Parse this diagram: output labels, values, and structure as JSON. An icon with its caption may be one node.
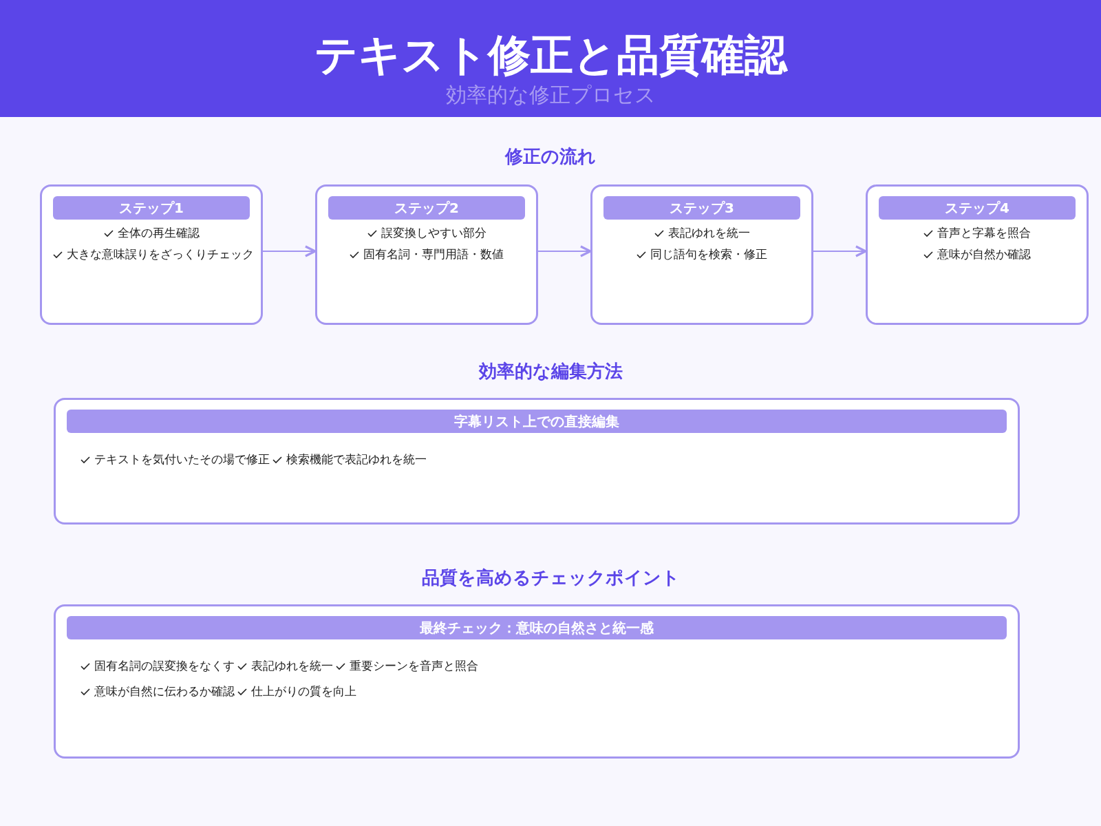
{
  "diagram": {
    "title": "テキスト修正と品質確認",
    "nodes": [
      {
        "text": [
          "ステップ1",
          "全体の再生確認",
          "大きな意味誤りをざっくりチェック"
        ]
      },
      {
        "text": [
          "ステップ2",
          "誤変換しやすい部分",
          "固有名詞・専門用語・数値"
        ]
      },
      {
        "text": [
          "ステップ3",
          "表記ゆれを統一",
          "同じ語句を検索・修正"
        ]
      },
      {
        "text": [
          "ステップ4",
          "音声と字幕を照合",
          "意味が自然か確認"
        ]
      },
      {
        "text": [
          "字幕リスト上での直接編集",
          "テキストを気付いたその場で修正",
          "検索機能で表記ゆれを統一"
        ]
      },
      {
        "text": [
          "最終チェック：意味の自然さと統一感",
          "固有名詞の誤変換をなくす",
          "表記ゆれを統一",
          "重要シーンを音声と照合",
          "意味が自然に伝わるか確認",
          "仕上がりの質を向上"
        ]
      }
    ],
    "edges": [
      {
        "from": 0,
        "to": 1,
        "arrow": "to"
      },
      {
        "from": 1,
        "to": 2,
        "arrow": "to"
      },
      {
        "from": 2,
        "to": 3,
        "arrow": "to"
      }
    ],
    "labels": [
      "効率的な修正プロセス",
      "修正の流れ",
      "効率的な編集方法",
      "品質を高めるチェックポイント"
    ]
  }
}
